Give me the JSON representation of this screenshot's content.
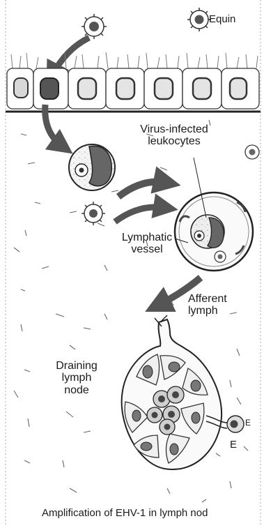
{
  "labels": {
    "virus_top": "Equin",
    "virus_infected_leukocytes_line1": "Virus-infected",
    "virus_infected_leukocytes_line2": "leukocytes",
    "lymphatic_vessel_line1": "Lymphatic",
    "lymphatic_vessel_line2": "vessel",
    "afferent_lymph_line1": "Afferent",
    "afferent_lymph_line2": "lymph",
    "draining_lymph_node_line1": "Draining",
    "draining_lymph_node_line2": "lymph",
    "draining_lymph_node_line3": "node",
    "efferent_partial_1": "E",
    "efferent_partial_2": "E",
    "caption": "Amplification of EHV-1 in lymph nod"
  }
}
